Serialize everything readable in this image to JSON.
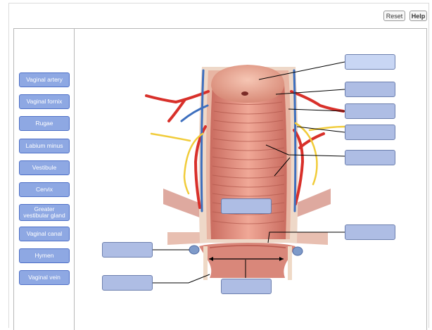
{
  "toolbar": {
    "reset_label": "Reset",
    "help_label": "Help"
  },
  "labels": [
    "Vaginal artery",
    "Vaginal fornix",
    "Rugae",
    "Labium minus",
    "Vestibule",
    "Cervix",
    "Greater vestibular gland",
    "Vaginal canal",
    "Hymen",
    "Vaginal vein"
  ],
  "drop_targets_count": 10,
  "colors": {
    "label_fill": "#8ea8e3",
    "label_border": "#4d6fc7",
    "drop_fill": "#aebde4",
    "drop_highlight": "#c8d6f4"
  }
}
